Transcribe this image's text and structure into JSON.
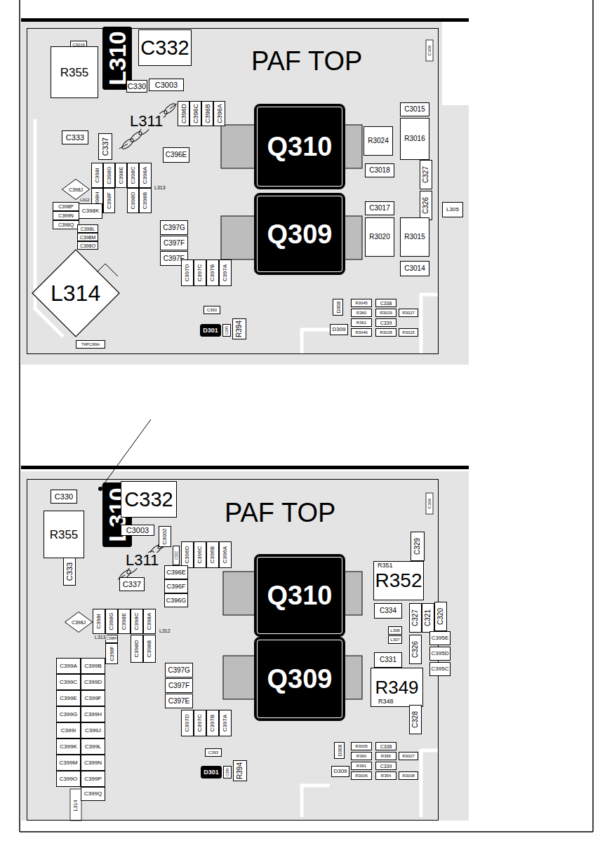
{
  "diagram": {
    "nodes": [
      {
        "text": [
          "PAF TOP"
        ]
      },
      {
        "text": [
          "C3019"
        ],
        "in": 0
      },
      {
        "text": [
          "L310"
        ],
        "in": 0
      },
      {
        "text": [
          "C332"
        ],
        "in": 0
      },
      {
        "text": [
          "R355"
        ],
        "in": 0
      },
      {
        "text": [
          "C330"
        ],
        "in": 0
      },
      {
        "text": [
          "C3003"
        ],
        "in": 0
      },
      {
        "text": [
          "C333"
        ],
        "in": 0
      },
      {
        "text": [
          "C337"
        ],
        "in": 0
      },
      {
        "text": [
          "C396D"
        ],
        "in": 0
      },
      {
        "text": [
          "C396C"
        ],
        "in": 0
      },
      {
        "text": [
          "C396B"
        ],
        "in": 0
      },
      {
        "text": [
          "C396A"
        ],
        "in": 0
      },
      {
        "text": [
          "C396E"
        ],
        "in": 0
      },
      {
        "text": [
          "Q310"
        ],
        "in": 0
      },
      {
        "text": [
          "R3024"
        ],
        "in": 0
      },
      {
        "text": [
          "C3015"
        ],
        "in": 0
      },
      {
        "text": [
          "R3016"
        ],
        "in": 0
      },
      {
        "text": [
          "C3018"
        ],
        "in": 0
      },
      {
        "text": [
          "C327"
        ],
        "in": 0
      },
      {
        "text": [
          "C326"
        ],
        "in": 0
      },
      {
        "text": [
          "L305"
        ],
        "in": 0
      },
      {
        "text": [
          "C3017"
        ],
        "in": 0
      },
      {
        "text": [
          "Q309"
        ],
        "in": 0
      },
      {
        "text": [
          "R3020"
        ],
        "in": 0
      },
      {
        "text": [
          "R3015"
        ],
        "in": 0
      },
      {
        "text": [
          "C3014"
        ],
        "in": 0
      },
      {
        "text": [
          "C398J"
        ],
        "in": 0
      },
      {
        "text": [
          "C398I"
        ],
        "in": 0
      },
      {
        "text": [
          "C398G"
        ],
        "in": 0
      },
      {
        "text": [
          "C398E"
        ],
        "in": 0
      },
      {
        "text": [
          "C398C"
        ],
        "in": 0
      },
      {
        "text": [
          "C398A"
        ],
        "in": 0
      },
      {
        "text": [
          "C398H"
        ],
        "in": 0
      },
      {
        "text": [
          "C398F"
        ],
        "in": 0
      },
      {
        "text": [
          "C398D"
        ],
        "in": 0
      },
      {
        "text": [
          "C398B"
        ],
        "in": 0
      },
      {
        "text": [
          "C398K"
        ],
        "in": 0
      },
      {
        "text": [
          "C398P"
        ],
        "in": 0
      },
      {
        "text": [
          "C399N"
        ],
        "in": 0
      },
      {
        "text": [
          "C398Q"
        ],
        "in": 0
      },
      {
        "text": [
          "C398L"
        ],
        "in": 0
      },
      {
        "text": [
          "C398M"
        ],
        "in": 0
      },
      {
        "text": [
          "C398O"
        ],
        "in": 0
      },
      {
        "text": [
          "C397G"
        ],
        "in": 0
      },
      {
        "text": [
          "C397F"
        ],
        "in": 0
      },
      {
        "text": [
          "C397E"
        ],
        "in": 0
      },
      {
        "text": [
          "C397D"
        ],
        "in": 0
      },
      {
        "text": [
          "C397C"
        ],
        "in": 0
      },
      {
        "text": [
          "C397B"
        ],
        "in": 0
      },
      {
        "text": [
          "C397A"
        ],
        "in": 0
      },
      {
        "text": [
          "C393"
        ],
        "in": 0
      },
      {
        "text": [
          "D301"
        ],
        "in": 0
      },
      {
        "text": [
          "C395"
        ],
        "in": 0
      },
      {
        "text": [
          "R394"
        ],
        "in": 0
      },
      {
        "text": [
          "D308"
        ],
        "in": 0
      },
      {
        "text": [
          "D309"
        ],
        "in": 0
      },
      {
        "text": [
          "R3045"
        ],
        "in": 0
      },
      {
        "text": [
          "R360"
        ],
        "in": 0
      },
      {
        "text": [
          "R361"
        ],
        "in": 0
      },
      {
        "text": [
          "R3046"
        ],
        "in": 0
      },
      {
        "text": [
          "C338"
        ],
        "in": 0
      },
      {
        "text": [
          "R3029"
        ],
        "in": 0
      },
      {
        "text": [
          "C339"
        ],
        "in": 0
      },
      {
        "text": [
          "R3028"
        ],
        "in": 0
      },
      {
        "text": [
          "R3027"
        ],
        "in": 0
      },
      {
        "text": [
          "R3025"
        ],
        "in": 0
      },
      {
        "text": [
          "TMPC399A"
        ],
        "in": 0
      },
      {
        "text": [
          "PAF TOP"
        ]
      },
      {
        "text": [
          "C330"
        ],
        "in": 68
      },
      {
        "text": [
          "L310"
        ],
        "in": 68
      },
      {
        "text": [
          "C332"
        ],
        "in": 68
      },
      {
        "text": [
          "R355"
        ],
        "in": 68
      },
      {
        "text": [
          "C3003"
        ],
        "in": 68
      },
      {
        "text": [
          "C3002"
        ],
        "in": 68
      },
      {
        "text": [
          "C322"
        ],
        "in": 68
      },
      {
        "text": [
          "C396D"
        ],
        "in": 68
      },
      {
        "text": [
          "C396C"
        ],
        "in": 68
      },
      {
        "text": [
          "C396B"
        ],
        "in": 68
      },
      {
        "text": [
          "C396A"
        ],
        "in": 68
      },
      {
        "text": [
          "C396E"
        ],
        "in": 68
      },
      {
        "text": [
          "C396F"
        ],
        "in": 68
      },
      {
        "text": [
          "C396G"
        ],
        "in": 68
      },
      {
        "text": [
          "C333"
        ],
        "in": 68
      },
      {
        "text": [
          "C337"
        ],
        "in": 68
      },
      {
        "text": [
          "Q310"
        ],
        "in": 68
      },
      {
        "text": [
          "C329"
        ],
        "in": 68
      },
      {
        "text": [
          "R352"
        ],
        "in": 68
      },
      {
        "text": [
          "C334"
        ],
        "in": 68
      },
      {
        "text": [
          "C327"
        ],
        "in": 68
      },
      {
        "text": [
          "C321"
        ],
        "in": 68
      },
      {
        "text": [
          "C320"
        ],
        "in": 68
      },
      {
        "text": [
          "L308"
        ],
        "in": 68
      },
      {
        "text": [
          "L307"
        ],
        "in": 68
      },
      {
        "text": [
          "C326"
        ],
        "in": 68
      },
      {
        "text": [
          "Q309"
        ],
        "in": 68
      },
      {
        "text": [
          "C395E"
        ],
        "in": 68
      },
      {
        "text": [
          "C395D"
        ],
        "in": 68
      },
      {
        "text": [
          "C395C"
        ],
        "in": 68
      },
      {
        "text": [
          "C331"
        ],
        "in": 68
      },
      {
        "text": [
          "R349"
        ],
        "in": 68
      },
      {
        "text": [
          "C328"
        ],
        "in": 68
      },
      {
        "text": [
          "C398J"
        ],
        "in": 68
      },
      {
        "text": [
          "C398I"
        ],
        "in": 68
      },
      {
        "text": [
          "C398G"
        ],
        "in": 68
      },
      {
        "text": [
          "C398E"
        ],
        "in": 68
      },
      {
        "text": [
          "C398C"
        ],
        "in": 68
      },
      {
        "text": [
          "C398A"
        ],
        "in": 68
      },
      {
        "text": [
          "C398H"
        ],
        "in": 68
      },
      {
        "text": [
          "C398F"
        ],
        "in": 68
      },
      {
        "text": [
          "C398D"
        ],
        "in": 68
      },
      {
        "text": [
          "C398B"
        ],
        "in": 68
      },
      {
        "text": [
          "C399A"
        ],
        "in": 68
      },
      {
        "text": [
          "C399B"
        ],
        "in": 68
      },
      {
        "text": [
          "C399C"
        ],
        "in": 68
      },
      {
        "text": [
          "C399D"
        ],
        "in": 68
      },
      {
        "text": [
          "C399E"
        ],
        "in": 68
      },
      {
        "text": [
          "C399F"
        ],
        "in": 68
      },
      {
        "text": [
          "C399G"
        ],
        "in": 68
      },
      {
        "text": [
          "C399H"
        ],
        "in": 68
      },
      {
        "text": [
          "C399I"
        ],
        "in": 68
      },
      {
        "text": [
          "C399J"
        ],
        "in": 68
      },
      {
        "text": [
          "C399K"
        ],
        "in": 68
      },
      {
        "text": [
          "C399L"
        ],
        "in": 68
      },
      {
        "text": [
          "C399M"
        ],
        "in": 68
      },
      {
        "text": [
          "C399N"
        ],
        "in": 68
      },
      {
        "text": [
          "C399O"
        ],
        "in": 68
      },
      {
        "text": [
          "C399P"
        ],
        "in": 68
      },
      {
        "text": [
          "C399Q"
        ],
        "in": 68
      },
      {
        "text": [
          "C397G"
        ],
        "in": 68
      },
      {
        "text": [
          "C397F"
        ],
        "in": 68
      },
      {
        "text": [
          "C397E"
        ],
        "in": 68
      },
      {
        "text": [
          "C397D"
        ],
        "in": 68
      },
      {
        "text": [
          "C397C"
        ],
        "in": 68
      },
      {
        "text": [
          "C397B"
        ],
        "in": 68
      },
      {
        "text": [
          "C397A"
        ],
        "in": 68
      },
      {
        "text": [
          "C393"
        ],
        "in": 68
      },
      {
        "text": [
          "D301"
        ],
        "in": 68
      },
      {
        "text": [
          "C395"
        ],
        "in": 68
      },
      {
        "text": [
          "R394"
        ],
        "in": 68
      },
      {
        "text": [
          "D308"
        ],
        "in": 68
      },
      {
        "text": [
          "D309"
        ],
        "in": 68
      },
      {
        "text": [
          "R3005"
        ],
        "in": 68
      },
      {
        "text": [
          "R360"
        ],
        "in": 68
      },
      {
        "text": [
          "R361"
        ],
        "in": 68
      },
      {
        "text": [
          "R3006"
        ],
        "in": 68
      },
      {
        "text": [
          "C338"
        ],
        "in": 68
      },
      {
        "text": [
          "R356"
        ],
        "in": 68
      },
      {
        "text": [
          "C339"
        ],
        "in": 68
      },
      {
        "text": [
          "R354"
        ],
        "in": 68
      },
      {
        "text": [
          "R3007"
        ],
        "in": 68
      },
      {
        "text": [
          "R3008"
        ],
        "in": 68
      }
    ],
    "labels": [
      "L311",
      "L312",
      "L313",
      "L314",
      "C309",
      "L311",
      "L313",
      "L312",
      "R351",
      "R348",
      "L314",
      "C309"
    ]
  }
}
